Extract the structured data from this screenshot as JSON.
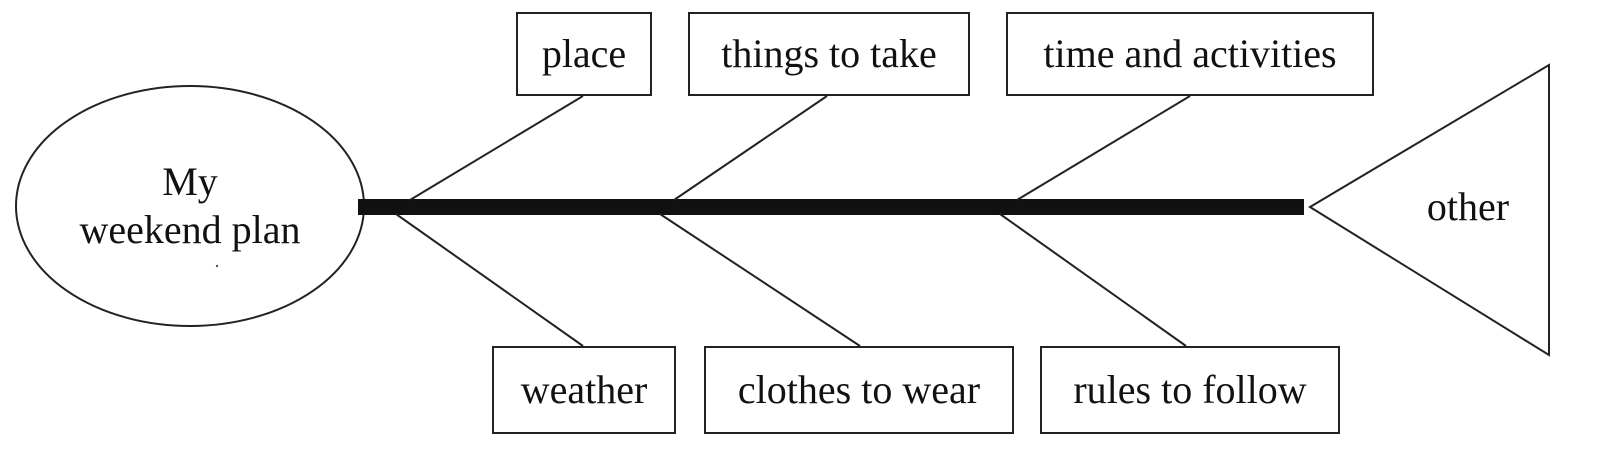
{
  "diagram": {
    "head": {
      "line1": "My",
      "line2": "weekend plan"
    },
    "tail": {
      "label": "other"
    },
    "top_labels": {
      "place": "place",
      "things_to_take": "things to take",
      "time_and_activities": "time and activities"
    },
    "bottom_labels": {
      "weather": "weather",
      "clothes_to_wear": "clothes to wear",
      "rules_to_follow": "rules to follow"
    }
  },
  "colors": {
    "line": "#222222",
    "spine": "#111111",
    "background": "#ffffff"
  }
}
